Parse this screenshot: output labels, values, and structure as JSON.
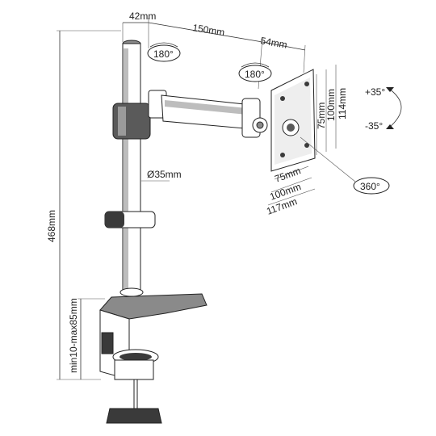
{
  "dimensions": {
    "pole_offset": "42mm",
    "arm_length": "150mm",
    "head_offset": "54mm",
    "total_height": "468mm",
    "pole_diameter": "Ø35mm",
    "clamp_range": "min10-max85mm",
    "vesa_h_75": "75mm",
    "vesa_h_100": "100mm",
    "plate_h": "114mm",
    "vesa_w_75": "75mm",
    "vesa_w_100": "100mm",
    "plate_w": "117mm"
  },
  "rotation": {
    "arm_swivel": "180°",
    "head_swivel": "180°",
    "tilt_up": "+35°",
    "tilt_down": "-35°",
    "rotate": "360°"
  },
  "colors": {
    "ink": "#222222",
    "fill_light": "#ffffff",
    "fill_grey": "#8a8a8a",
    "fill_dark": "#3a3a3a"
  }
}
